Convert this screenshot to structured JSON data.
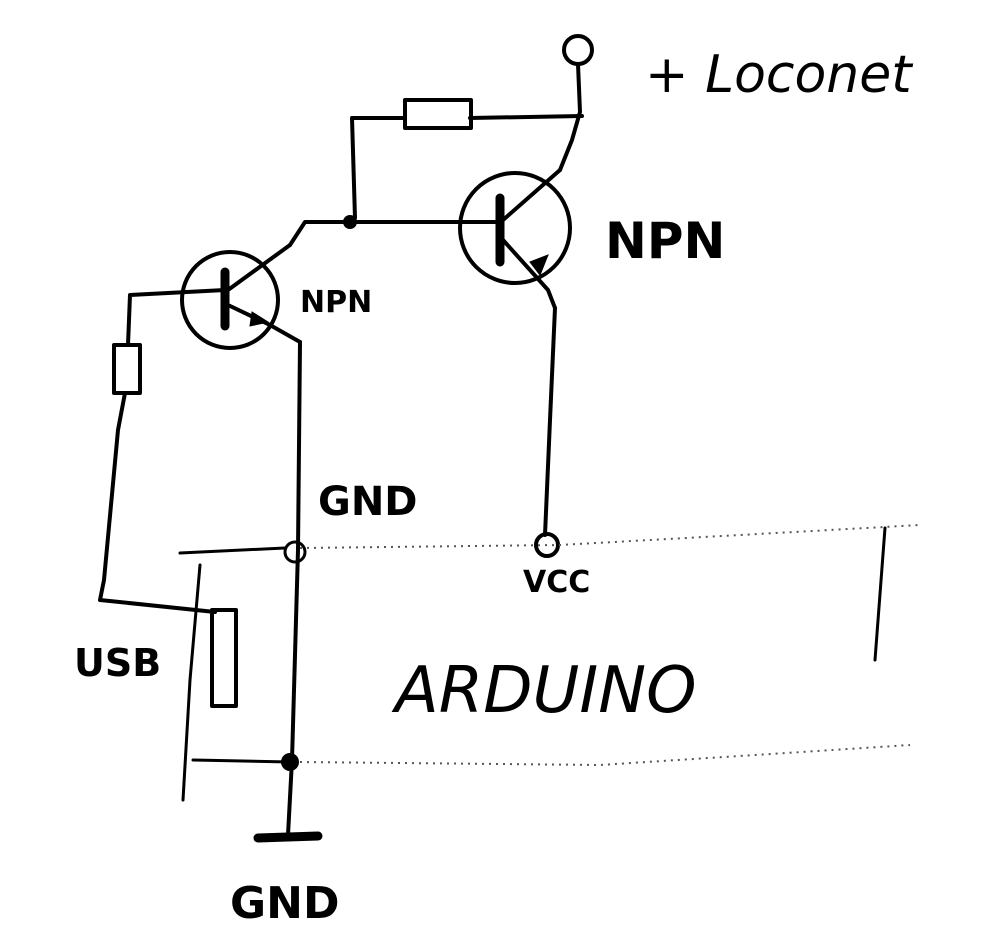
{
  "labels": {
    "loconet": "+ Loconet",
    "npn_right": "NPN",
    "npn_left": "NPN",
    "gnd_top": "GND",
    "vcc": "VCC",
    "usb": "USB",
    "arduino": "ARDUINO",
    "gnd_bottom": "GND"
  }
}
